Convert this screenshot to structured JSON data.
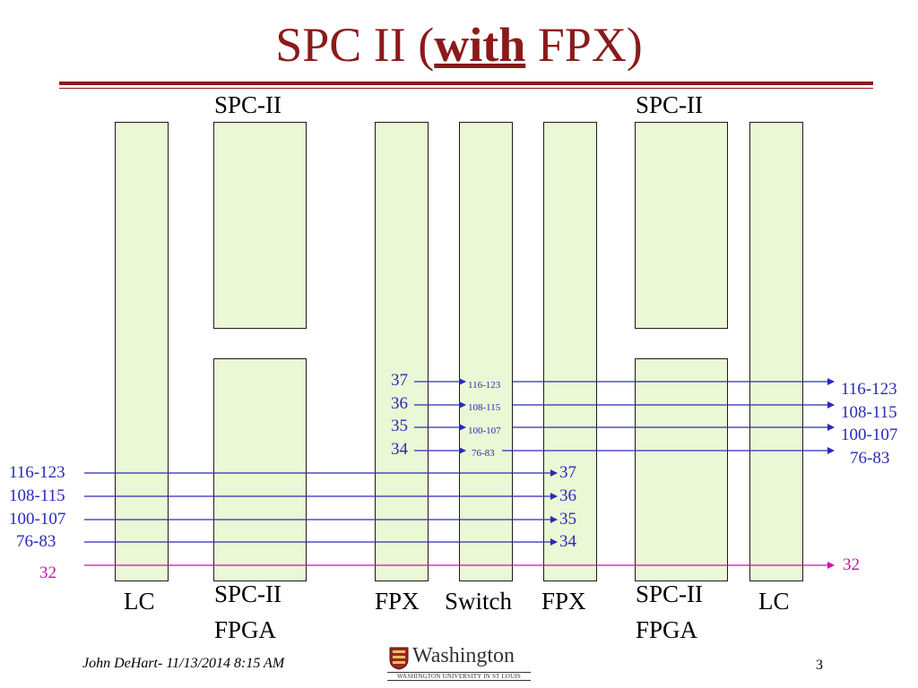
{
  "title": {
    "prefix": "SPC II (",
    "emph": "with",
    "suffix": " FPX)"
  },
  "labels": {
    "spc_left": "SPC-II",
    "spc_right": "SPC-II",
    "lc_left": "LC",
    "spc_fpga_left_1": "SPC-II",
    "spc_fpga_left_2": "FPGA",
    "fpx_left": "FPX",
    "switch": "Switch",
    "fpx_right": "FPX",
    "spc_fpga_right_1": "SPC-II",
    "spc_fpga_right_2": "FPGA",
    "lc_right": "LC"
  },
  "top_ports": [
    "37",
    "36",
    "35",
    "34"
  ],
  "switch_ranges": [
    "116-123",
    "108-115",
    "100-107",
    "76-83"
  ],
  "right_ranges": [
    "116-123",
    "108-115",
    "100-107",
    "76-83"
  ],
  "left_ranges": [
    "116-123",
    "108-115",
    "100-107",
    "76-83"
  ],
  "bottom_ports": [
    "37",
    "36",
    "35",
    "34"
  ],
  "control_left": "32",
  "control_right": "32",
  "colors": {
    "title": "#8b1a1a",
    "box_fill": "#eaf8d6",
    "arrow": "#2a2ab8",
    "control": "#cc11aa"
  },
  "logo": {
    "word": "Washington",
    "sub": "WASHINGTON UNIVERSITY IN ST LOUIS"
  },
  "footer": {
    "author": "John DeHart- 11/13/2014 8:15 AM",
    "page": "3"
  }
}
